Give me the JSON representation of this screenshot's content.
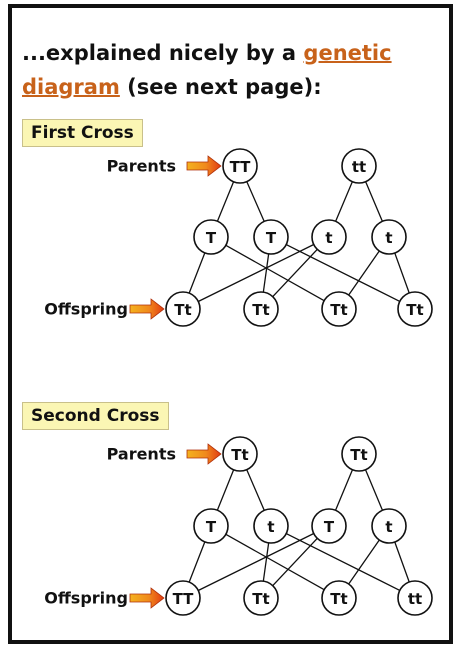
{
  "heading": {
    "prefix": "...explained nicely by a ",
    "highlight_1": "genetic",
    "highlight_2": "diagram",
    "suffix": " (see next page):"
  },
  "colors": {
    "highlight": "#c8621a",
    "label_background": "#fbf6b4",
    "arrow_red": "#e23a12",
    "arrow_yellow": "#f4b21f"
  },
  "crosses": [
    {
      "title": "First Cross",
      "parents_label": "Parents",
      "offspring_label": "Offspring",
      "parents": [
        "TT",
        "tt"
      ],
      "gametes": [
        "T",
        "T",
        "t",
        "t"
      ],
      "offspring": [
        "Tt",
        "Tt",
        "Tt",
        "Tt"
      ]
    },
    {
      "title": "Second Cross",
      "parents_label": "Parents",
      "offspring_label": "Offspring",
      "parents": [
        "Tt",
        "Tt"
      ],
      "gametes": [
        "T",
        "t",
        "T",
        "t"
      ],
      "offspring": [
        "TT",
        "Tt",
        "Tt",
        "tt"
      ]
    }
  ]
}
